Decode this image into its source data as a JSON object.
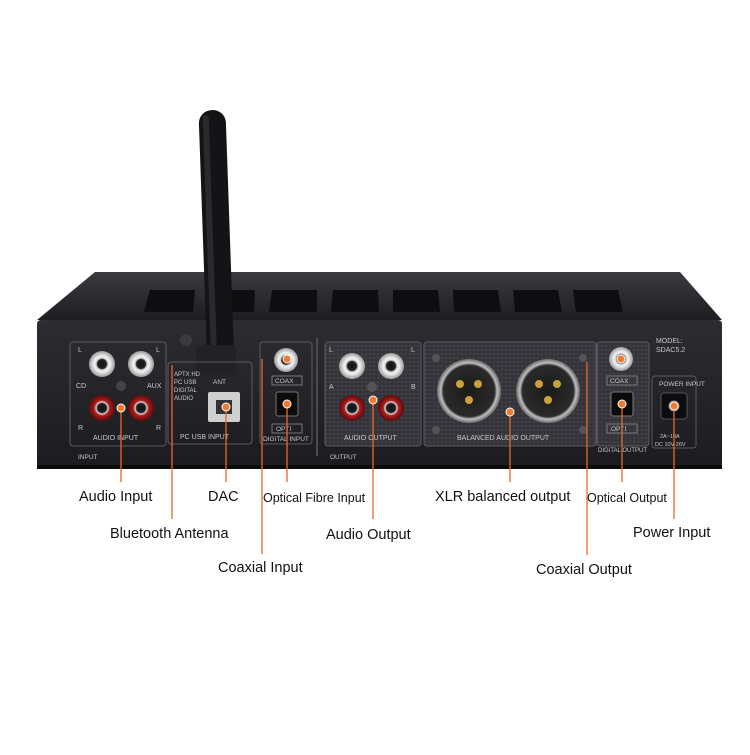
{
  "device": {
    "panel_text": {
      "audio_input": "AUDIO INPUT",
      "cd": "CD",
      "aux": "AUX",
      "l": "L",
      "r": "R",
      "input": "INPUT",
      "pc_usb_input": "PC USB INPUT",
      "usb_spec": [
        "APTX HD",
        "PC USB",
        "DIGITAL",
        "AUDIO"
      ],
      "ant": "ANT",
      "coax": "COAX",
      "opti": "OPTI",
      "digital_input": "DIGITAL INPUT",
      "audio_output": "AUDIO OUTPUT",
      "a": "A",
      "b": "B",
      "output": "OUTPUT",
      "balanced_audio_output": "BALANCED AUDIO OUTPUT",
      "model": "MODEL:",
      "model_no": "SDAC5.2",
      "digital_output": "DIGITAL OUTPUT",
      "power_input": "POWER INPUT",
      "power_spec": [
        "2A~10A",
        "DC 10V-26V"
      ]
    }
  },
  "callouts": {
    "audio_input": "Audio Input",
    "dac": "DAC",
    "optical_fibre_input": "Optical Fibre Input",
    "xlr_balanced_output": "XLR balanced output",
    "optical_output": "Optical Output",
    "bluetooth_antenna": "Bluetooth Antenna",
    "audio_output": "Audio Output",
    "power_input": "Power Input",
    "coaxial_input": "Coaxial Input",
    "coaxial_output": "Coaxial Output"
  },
  "colors": {
    "leader_line": "#e8682a",
    "marker": "#f27a30",
    "chassis": "#1f1f22",
    "panel_face": "#2a2a2e"
  }
}
